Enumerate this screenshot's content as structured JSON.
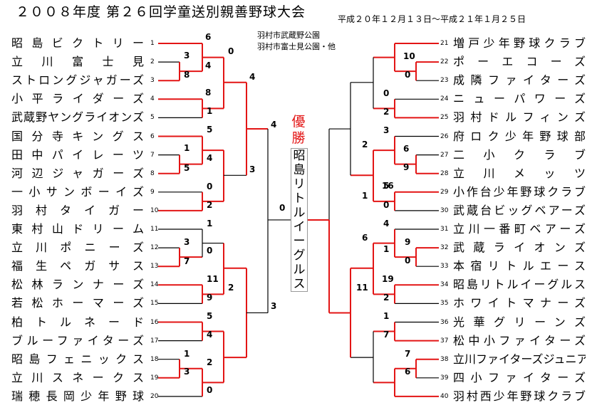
{
  "header": {
    "title": "２００８年度 第２６回学童送別親善野球大会",
    "dates": "平成２０年１２月１３日～平成２１年１月２５日",
    "venue_lines": [
      "羽村市武蔵野公園",
      "羽村市富士見公園・他"
    ]
  },
  "champion": {
    "label_chars": [
      "優",
      "勝"
    ],
    "team_chars": [
      "昭",
      "島",
      "リ",
      "ト",
      "ル",
      "イ",
      "ー",
      "グ",
      "ル",
      "ス"
    ]
  },
  "colors": {
    "winner": "#e31515",
    "line": "#000000",
    "box_border": "#999999"
  },
  "left_teams": [
    {
      "seed": "1",
      "name": "昭島ビクトリー"
    },
    {
      "seed": "2",
      "name": "立川富士見"
    },
    {
      "seed": "3",
      "name": "ストロングジャガーズ"
    },
    {
      "seed": "4",
      "name": "小平ライダーズ"
    },
    {
      "seed": "5",
      "name": "武蔵野ヤングライオンズ"
    },
    {
      "seed": "6",
      "name": "国分寺キングス"
    },
    {
      "seed": "7",
      "name": "田中パイレーツ"
    },
    {
      "seed": "8",
      "name": "河辺ジャガーズ"
    },
    {
      "seed": "9",
      "name": "一小サンボーイズ"
    },
    {
      "seed": "10",
      "name": "羽村タイガー"
    },
    {
      "seed": "11",
      "name": "東村山ドリーム"
    },
    {
      "seed": "12",
      "name": "立川ポニーズ"
    },
    {
      "seed": "13",
      "name": "福生ペガサス"
    },
    {
      "seed": "14",
      "name": "松林ランナーズ"
    },
    {
      "seed": "15",
      "name": "若松ホーマーズ"
    },
    {
      "seed": "16",
      "name": "柏トルネード"
    },
    {
      "seed": "17",
      "name": "ブルーファイターズ"
    },
    {
      "seed": "18",
      "name": "昭島フェニックス"
    },
    {
      "seed": "19",
      "name": "立川スネークス"
    },
    {
      "seed": "20",
      "name": "瑞穂長岡少年野球"
    }
  ],
  "right_teams": [
    {
      "seed": "21",
      "name": "増戸少年野球クラブ"
    },
    {
      "seed": "22",
      "name": "ポーエコーズ"
    },
    {
      "seed": "23",
      "name": "成隣ファイターズ"
    },
    {
      "seed": "24",
      "name": "ニューパワーズ"
    },
    {
      "seed": "25",
      "name": "羽村ドルフィンズ"
    },
    {
      "seed": "26",
      "name": "府ロク少年野球部"
    },
    {
      "seed": "27",
      "name": "二小クラブ"
    },
    {
      "seed": "28",
      "name": "立川メッツ"
    },
    {
      "seed": "29",
      "name": "小作台少年野球クラブ"
    },
    {
      "seed": "30",
      "name": "武蔵台ビッグベアーズ"
    },
    {
      "seed": "31",
      "name": "立川一番町ベアーズ"
    },
    {
      "seed": "32",
      "name": "武蔵ライオンズ"
    },
    {
      "seed": "33",
      "name": "本宿リトルエース"
    },
    {
      "seed": "34",
      "name": "昭島リトルイーグルス"
    },
    {
      "seed": "35",
      "name": "ホワイトマナーズ"
    },
    {
      "seed": "36",
      "name": "光華グリーンズ"
    },
    {
      "seed": "37",
      "name": "松中小ファイターズ"
    },
    {
      "seed": "38",
      "name": "立川ファイターズジュニア"
    },
    {
      "seed": "39",
      "name": "四小ファイターズ"
    },
    {
      "seed": "40",
      "name": "羽村西少年野球クラブ"
    }
  ],
  "scores_left": [
    "6",
    "3",
    "4",
    "8",
    "8",
    "1",
    "0",
    "4",
    "4",
    "5",
    "1",
    "4",
    "5",
    "0",
    "2",
    "3",
    "0",
    "1",
    "3",
    "7",
    "0",
    "11",
    "9",
    "2",
    "5",
    "4",
    "3",
    "1",
    "3",
    "2",
    "0"
  ],
  "scores_right": [
    "10",
    "0",
    "0",
    "2",
    "3",
    "6",
    "9",
    "2",
    "5",
    "16",
    "0",
    "1",
    "4",
    "9",
    "0",
    "1",
    "6",
    "19",
    "2",
    "11",
    "1",
    "7",
    "7",
    "6",
    "1"
  ]
}
